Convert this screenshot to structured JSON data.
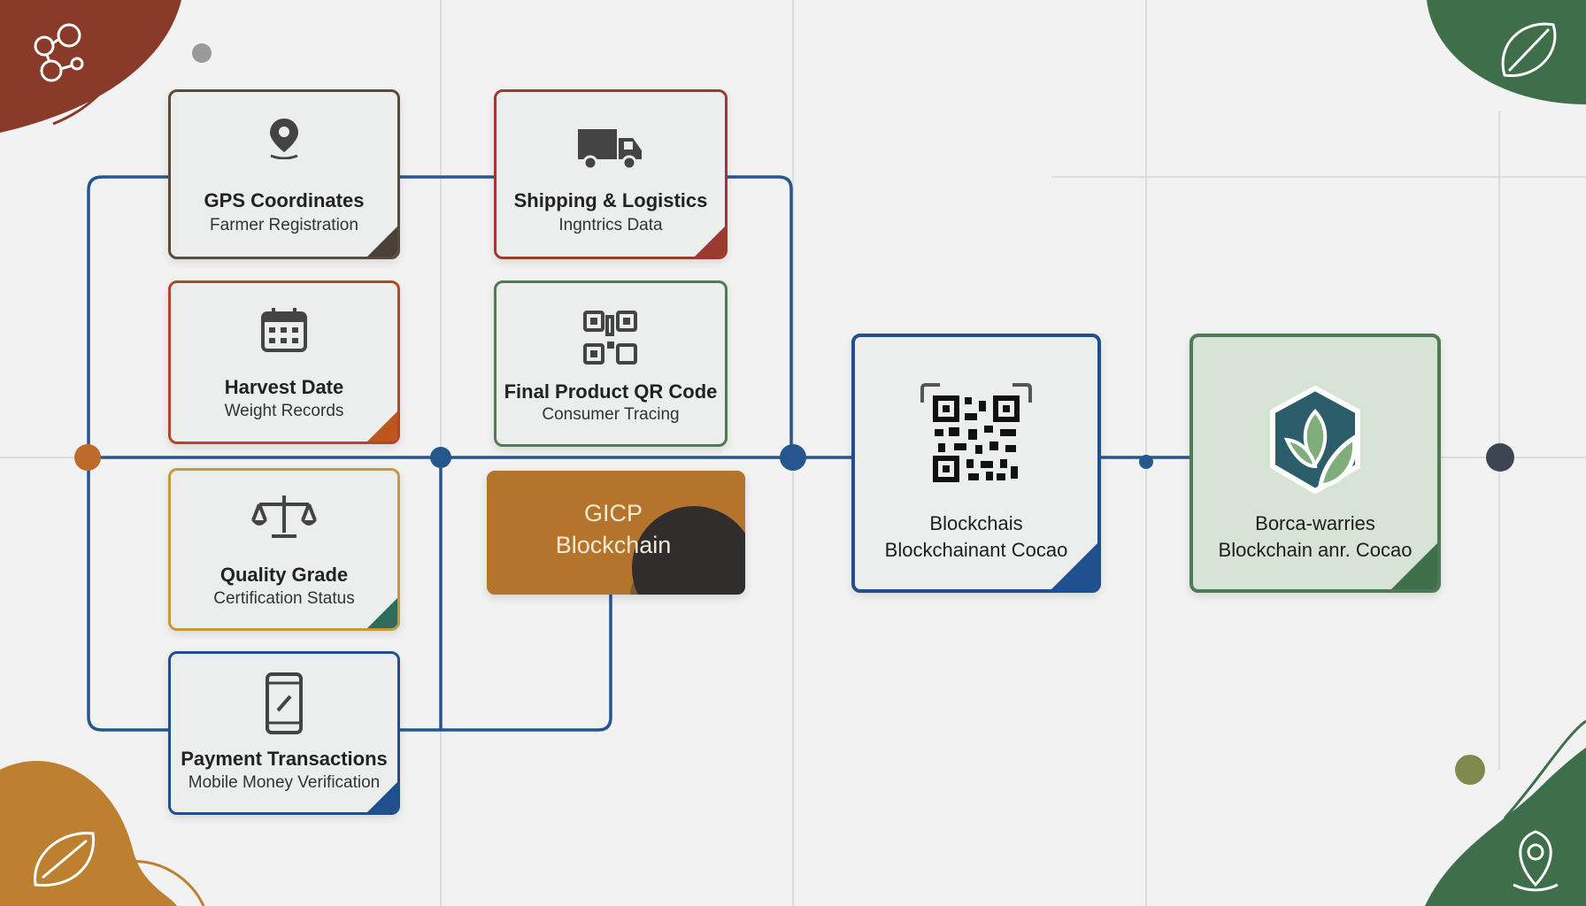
{
  "cards": {
    "gps": {
      "title": "GPS Coordinates",
      "subtitle": "Farmer Registration",
      "icon": "map-pin-icon",
      "color": "#5a4a3a",
      "accent": "#4a4038"
    },
    "harvest": {
      "title": "Harvest Date",
      "subtitle": "Weight Records",
      "icon": "calendar-icon",
      "color": "#b0472a",
      "accent": "#c0541e"
    },
    "quality": {
      "title": "Quality Grade",
      "subtitle": "Certification Status",
      "icon": "scales-icon",
      "color": "#c8973e",
      "accent": "#2f6b5a"
    },
    "payment": {
      "title": "Payment Transactions",
      "subtitle": "Mobile Money Verification",
      "icon": "mobile-phone-icon",
      "color": "#1f4f8c",
      "accent": "#1f4f8c"
    },
    "shipping": {
      "title": "Shipping & Logistics",
      "subtitle": "Ingntrics Data",
      "icon": "truck-icon",
      "color": "#9c3a30",
      "accent": "#9c3a30"
    },
    "qr": {
      "title": "Final Product QR Code",
      "subtitle": "Consumer Tracing",
      "icon": "qr-code-icon",
      "color": "#4f7a56",
      "accent": "#4f7a56"
    }
  },
  "gicp": {
    "line1": "GICP",
    "line2": "Blockchain",
    "color": "#b4742c"
  },
  "node_blockchain": {
    "line1": "Blockchais",
    "line2": "Blockchainant Cocao",
    "icon": "qr-code-icon",
    "color": "#1f4f8c"
  },
  "node_final": {
    "line1": "Borca-warries",
    "line2": "Blockchain anr. Cocao",
    "icon": "leaf-hexagon-icon",
    "color": "#4f7a56"
  },
  "colors": {
    "connector": "#27568f",
    "brown": "#8a3a28",
    "green": "#3f6e4a",
    "ochre": "#bd8030",
    "olive": "#7e8b4c"
  }
}
